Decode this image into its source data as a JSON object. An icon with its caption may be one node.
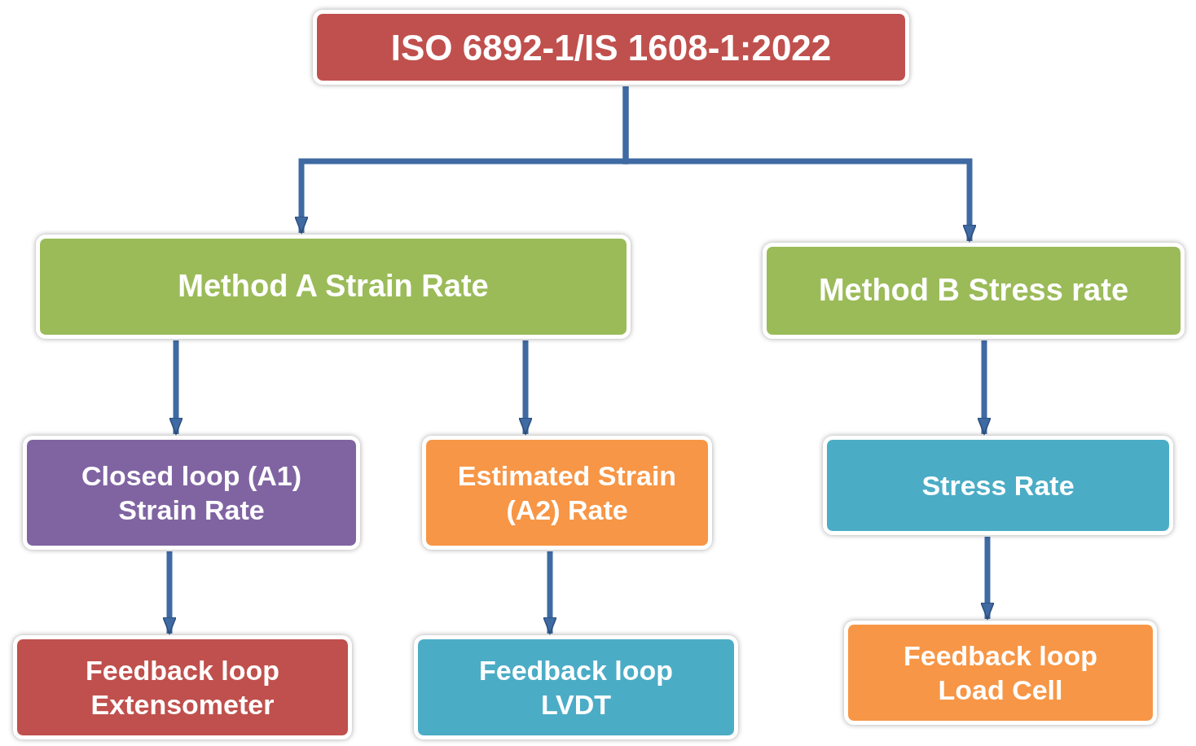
{
  "diagram": {
    "nodes": [
      {
        "text": [
          "ISO 6892-1/IS 1608-1:2022"
        ]
      },
      {
        "text": [
          "Method A Strain Rate"
        ]
      },
      {
        "text": [
          "Method B Stress rate"
        ]
      },
      {
        "text": [
          "Closed loop (A1) Strain Rate"
        ]
      },
      {
        "text": [
          "Estimated Strain (A2) Rate"
        ]
      },
      {
        "text": [
          "Stress Rate"
        ]
      },
      {
        "text": [
          "Feedback loop Extensometer"
        ]
      },
      {
        "text": [
          "Feedback loop LVDT"
        ]
      },
      {
        "text": [
          "Feedback loop Load Cell"
        ]
      }
    ],
    "edges": [
      {
        "from": 0,
        "to": 1,
        "arrow": "to"
      },
      {
        "from": 0,
        "to": 2,
        "arrow": "to"
      },
      {
        "from": 1,
        "to": 3,
        "arrow": "to"
      },
      {
        "from": 1,
        "to": 4,
        "arrow": "to"
      },
      {
        "from": 2,
        "to": 5,
        "arrow": "to"
      },
      {
        "from": 3,
        "to": 6,
        "arrow": "to"
      },
      {
        "from": 4,
        "to": 7,
        "arrow": "to"
      },
      {
        "from": 5,
        "to": 8,
        "arrow": "to"
      }
    ]
  }
}
